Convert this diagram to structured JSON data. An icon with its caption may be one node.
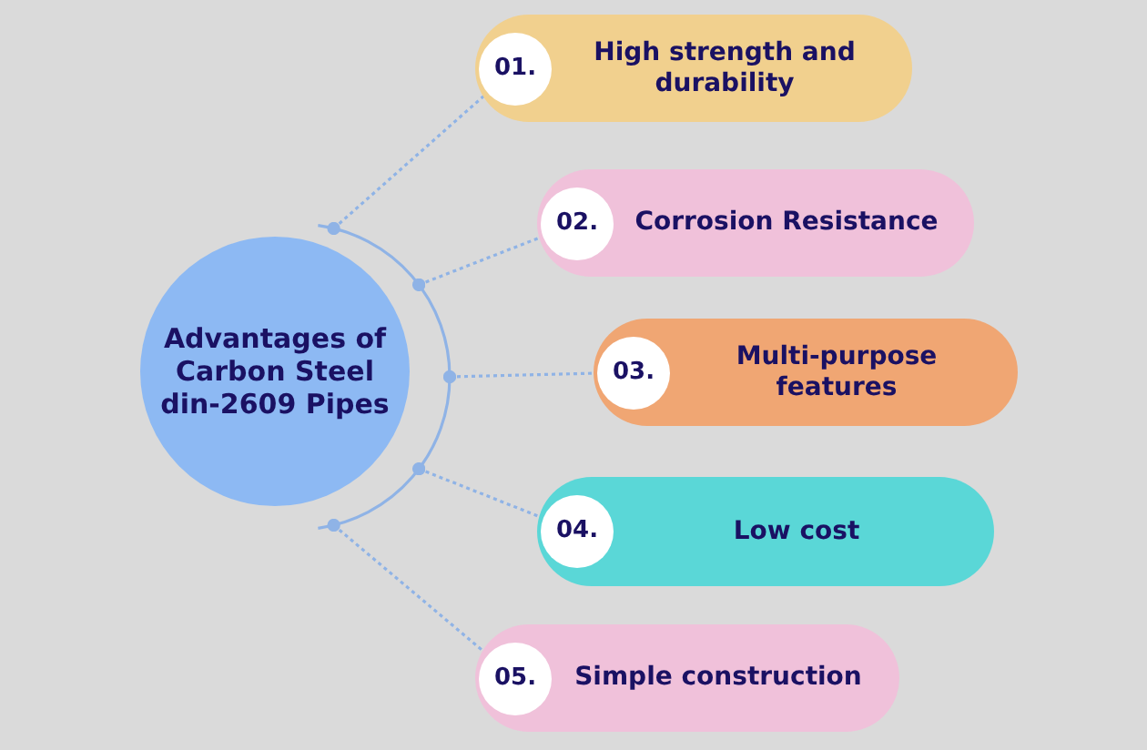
{
  "diagram": {
    "nodes": [
      {
        "text": [
          "Advantages of Carbon Steel din-2609 Pipes"
        ]
      },
      {
        "text": [
          "High strength and durability"
        ]
      },
      {
        "text": [
          "01."
        ],
        "in": 1
      },
      {
        "text": [
          "Corrosion Resistance"
        ]
      },
      {
        "text": [
          "02."
        ],
        "in": 3
      },
      {
        "text": [
          "Multi-purpose features"
        ]
      },
      {
        "text": [
          "03."
        ],
        "in": 5
      },
      {
        "text": [
          "Low cost"
        ]
      },
      {
        "text": [
          "04."
        ],
        "in": 7
      },
      {
        "text": [
          "Simple construction"
        ]
      },
      {
        "text": [
          "05."
        ],
        "in": 9
      }
    ],
    "edges": [
      {
        "from": 0,
        "to": 2,
        "arrow": "other",
        "style": "dashed"
      },
      {
        "from": 0,
        "to": 4,
        "arrow": "other",
        "style": "dashed"
      },
      {
        "from": 0,
        "to": 6,
        "arrow": "other",
        "style": "dashed"
      },
      {
        "from": 0,
        "to": 8,
        "arrow": "other",
        "style": "dashed"
      },
      {
        "from": 0,
        "to": 10,
        "arrow": "other",
        "style": "dashed"
      }
    ]
  }
}
